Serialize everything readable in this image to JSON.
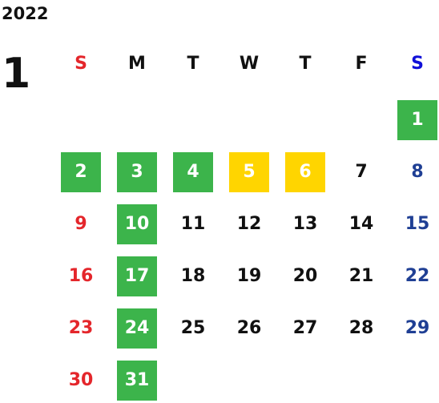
{
  "header": {
    "year": "2022",
    "month": "1"
  },
  "weekdays": [
    "S",
    "M",
    "T",
    "W",
    "T",
    "F",
    "S"
  ],
  "colors": {
    "text": "#111111",
    "sunday": "#e4262b",
    "saturday": "#1f3f94",
    "saturday_header": "#1010d8",
    "holiday_bg": "#3cb44b",
    "highlight_bg": "#ffd500",
    "on_fill_text": "#ffffff"
  },
  "legend_types": {
    "normal": "plain day",
    "holiday": "green fill",
    "highlight": "yellow fill"
  },
  "first_weekday": 6,
  "days": [
    {
      "label": "1",
      "type": "holiday"
    },
    {
      "label": "2",
      "type": "holiday"
    },
    {
      "label": "3",
      "type": "holiday"
    },
    {
      "label": "4",
      "type": "holiday"
    },
    {
      "label": "5",
      "type": "highlight"
    },
    {
      "label": "6",
      "type": "highlight"
    },
    {
      "label": "7",
      "type": "normal"
    },
    {
      "label": "8",
      "type": "normal"
    },
    {
      "label": "9",
      "type": "normal"
    },
    {
      "label": "10",
      "type": "holiday"
    },
    {
      "label": "11",
      "type": "normal"
    },
    {
      "label": "12",
      "type": "normal"
    },
    {
      "label": "13",
      "type": "normal"
    },
    {
      "label": "14",
      "type": "normal"
    },
    {
      "label": "15",
      "type": "normal"
    },
    {
      "label": "16",
      "type": "normal"
    },
    {
      "label": "17",
      "type": "holiday"
    },
    {
      "label": "18",
      "type": "normal"
    },
    {
      "label": "19",
      "type": "normal"
    },
    {
      "label": "20",
      "type": "normal"
    },
    {
      "label": "21",
      "type": "normal"
    },
    {
      "label": "22",
      "type": "normal"
    },
    {
      "label": "23",
      "type": "normal"
    },
    {
      "label": "24",
      "type": "holiday"
    },
    {
      "label": "25",
      "type": "normal"
    },
    {
      "label": "26",
      "type": "normal"
    },
    {
      "label": "27",
      "type": "normal"
    },
    {
      "label": "28",
      "type": "normal"
    },
    {
      "label": "29",
      "type": "normal"
    },
    {
      "label": "30",
      "type": "normal"
    },
    {
      "label": "31",
      "type": "holiday"
    }
  ]
}
